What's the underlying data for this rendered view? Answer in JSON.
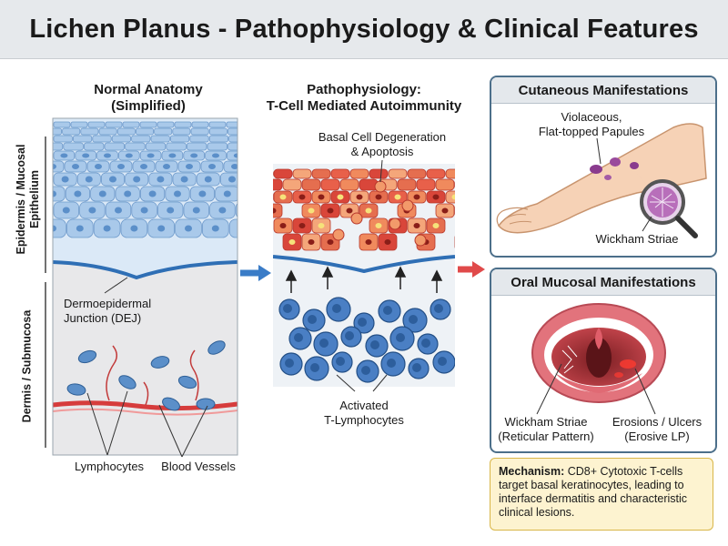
{
  "title": "Lichen Planus - Pathophysiology & Clinical Features",
  "normal": {
    "title_line1": "Normal Anatomy",
    "title_line2": "(Simplified)",
    "side_epi_line1": "Epidermis / Mucosal",
    "side_epi_line2": "Epithelium",
    "side_dermis": "Dermis / Submucosa",
    "dej_line1": "Dermoepidermal",
    "dej_line2": "Junction (DEJ)",
    "lymphocytes": "Lymphocytes",
    "blood_vessels": "Blood Vessels"
  },
  "patho": {
    "title_line1": "Pathophysiology:",
    "title_line2": "T-Cell Mediated Autoimmunity",
    "basal_line1": "Basal Cell Degeneration",
    "basal_line2": "& Apoptosis",
    "activated_line1": "Activated",
    "activated_line2": "T-Lymphocytes"
  },
  "cutaneous": {
    "title": "Cutaneous Manifestations",
    "papules_line1": "Violaceous,",
    "papules_line2": "Flat-topped Papules",
    "striae": "Wickham Striae"
  },
  "oral": {
    "title": "Oral Mucosal Manifestations",
    "striae_line1": "Wickham Striae",
    "striae_line2": "(Reticular Pattern)",
    "erosions_line1": "Erosions / Ulcers",
    "erosions_line2": "(Erosive LP)"
  },
  "mechanism": {
    "label": "Mechanism:",
    "text": " CD8+ Cytotoxic T-cells target basal keratinocytes, leading to interface dermatitis and characteristic clinical lesions."
  },
  "colors": {
    "epidermis_blue": "#cfe2f5",
    "cell_blue": "#5b8fc9",
    "dej_blue": "#2f6fb5",
    "vessel_red": "#d63c3c",
    "damaged_red": "#e05a3c",
    "panel_border": "#4c6f8a",
    "mechanism_bg": "#fdf3d0"
  }
}
